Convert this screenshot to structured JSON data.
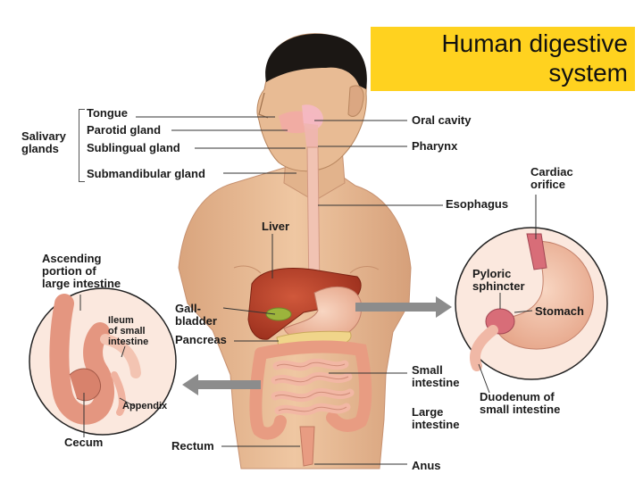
{
  "title": {
    "line1": "Human digestive",
    "line2": "system"
  },
  "labels": {
    "salivary": [
      "Salivary",
      "glands"
    ],
    "tongue": "Tongue",
    "parotid": "Parotid gland",
    "sublingual": "Sublingual gland",
    "submandibular": "Submandibular gland",
    "oral_cavity": "Oral cavity",
    "pharynx": "Pharynx",
    "esophagus": "Esophagus",
    "cardiac": [
      "Cardiac",
      "orifice"
    ],
    "liver": "Liver",
    "ascending": [
      "Ascending",
      "portion of",
      "large intestine"
    ],
    "pyloric": [
      "Pyloric",
      "sphincter"
    ],
    "stomach": "Stomach",
    "gallbladder": [
      "Gall-",
      "bladder"
    ],
    "ileum": [
      "Ileum",
      "of small",
      "intestine"
    ],
    "pancreas": "Pancreas",
    "small_intestine": [
      "Small",
      "intestine"
    ],
    "appendix": "Appendix",
    "duodenum": [
      "Duodenum of",
      "small intestine"
    ],
    "large_intestine": [
      "Large",
      "intestine"
    ],
    "cecum": "Cecum",
    "rectum": "Rectum",
    "anus": "Anus"
  },
  "colors": {
    "title_bg": "#ffd21f",
    "skin": "#ecc29c",
    "skin_shadow": "#d9a47d",
    "hair": "#1b1714",
    "liver": "#b8412a",
    "stomach": "#f3c0a6",
    "intestine": "#f2b7a4",
    "large_intestine": "#e89c82",
    "gallbladder": "#9cb43c",
    "pancreas": "#f0d58a",
    "arrow": "#8c8c8c",
    "leader": "#333333"
  }
}
